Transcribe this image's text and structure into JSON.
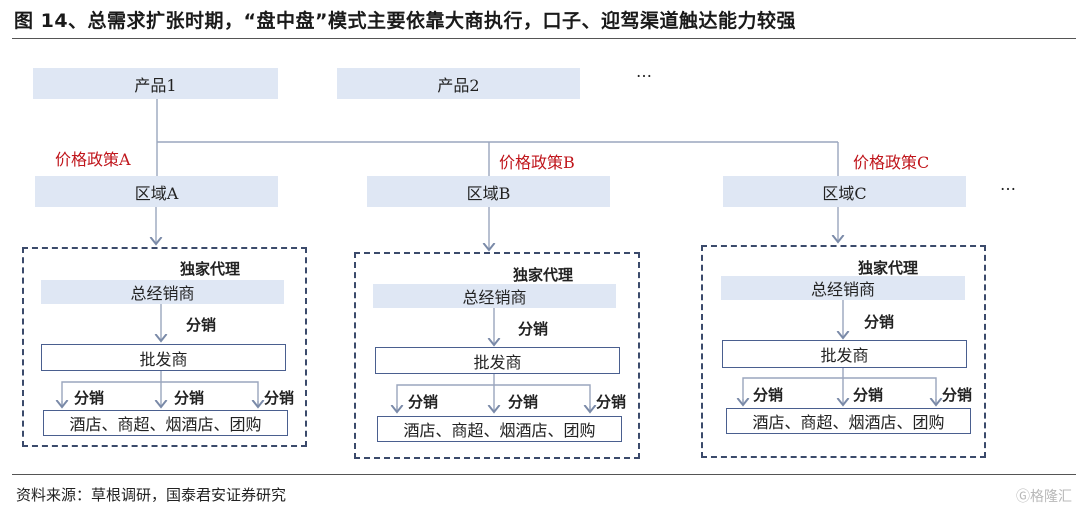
{
  "title": "图 14、总需求扩张时期，“盘中盘”模式主要依靠大商执行，口子、迎驾渠道触达能力较强",
  "products": [
    "产品1",
    "产品2"
  ],
  "ellipsis": "…",
  "policies": [
    "价格政策A",
    "价格政策B",
    "价格政策C"
  ],
  "regions": [
    "区域A",
    "区域B",
    "区域C"
  ],
  "exclusive_agent": "独家代理",
  "general_distributor": "总经销商",
  "distribution": "分销",
  "wholesaler": "批发商",
  "retail_channels": "酒店、商超、烟酒店、团购",
  "source": "资料来源：草根调研，国泰君安证券研究",
  "watermark": "格隆汇"
}
